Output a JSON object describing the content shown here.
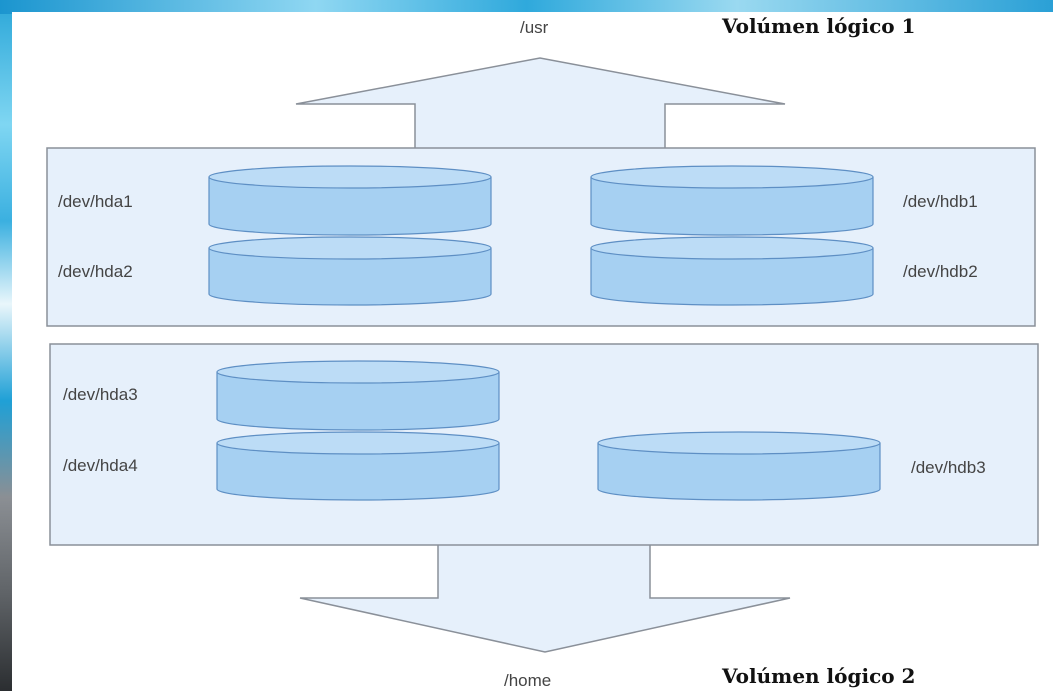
{
  "diagram": {
    "top_mount": "/usr",
    "bottom_mount": "/home",
    "volume1_label": "Volúmen lógico 1",
    "volume2_label": "Volúmen lógico 2",
    "group1": {
      "left": [
        "/dev/hda1",
        "/dev/hda2"
      ],
      "right": [
        "/dev/hdb1",
        "/dev/hdb2"
      ]
    },
    "group2": {
      "left": [
        "/dev/hda3",
        "/dev/hda4"
      ],
      "right": [
        "/dev/hdb3"
      ]
    }
  },
  "colors": {
    "panel_fill": "#e6f0fb",
    "panel_stroke": "#8a9099",
    "disk_fill": "#a6d0f2",
    "disk_top": "#bcdcf6",
    "disk_stroke": "#5e8fc4"
  }
}
